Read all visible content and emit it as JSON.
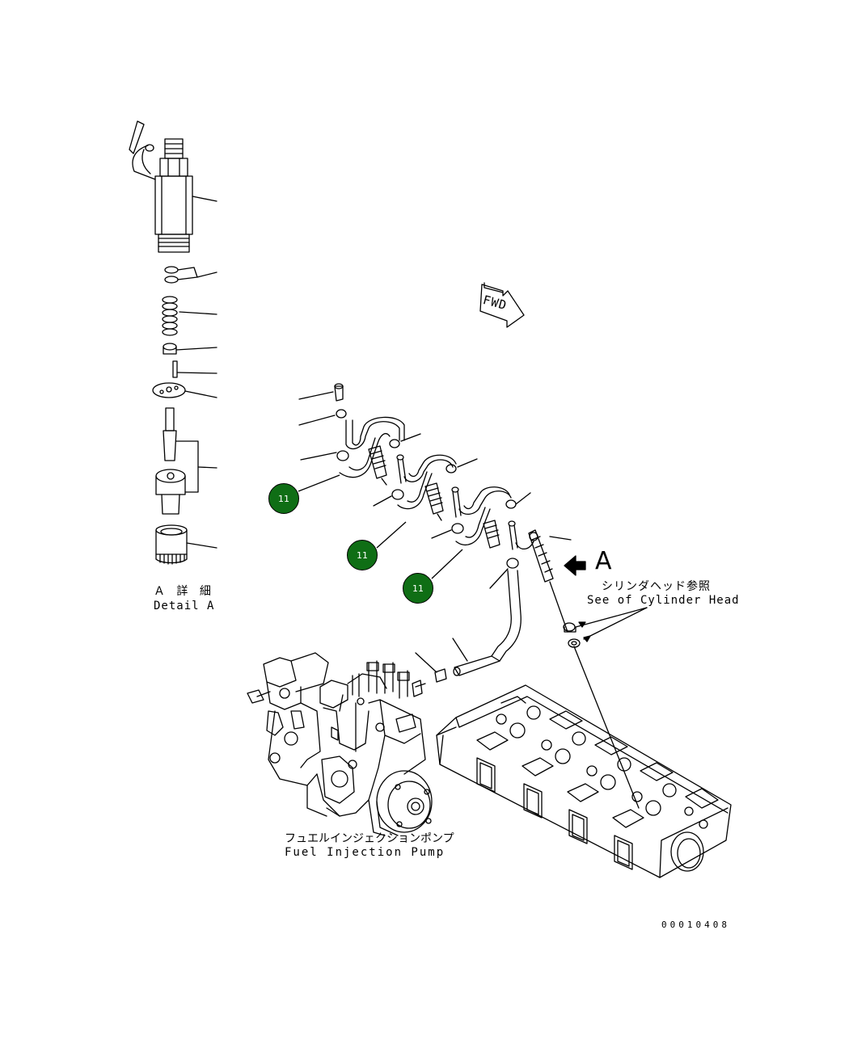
{
  "detail": {
    "title_jp": "Ａ 詳 細",
    "title_en": "Detail A"
  },
  "fwd_label": "FWD",
  "view_letter": "A",
  "cylinder_head_ref": {
    "jp": "シリンダヘッド参照",
    "en": "See of Cylinder Head"
  },
  "pump_label": {
    "jp": "フュエルインジェクションポンプ",
    "en": "Fuel Injection Pump"
  },
  "callouts": [
    {
      "number": "11"
    },
    {
      "number": "11"
    },
    {
      "number": "11"
    }
  ],
  "drawing_number": "00010408",
  "colors": {
    "callout_fill": "#0f6e15",
    "callout_text": "#ffffff",
    "line": "#000000"
  }
}
